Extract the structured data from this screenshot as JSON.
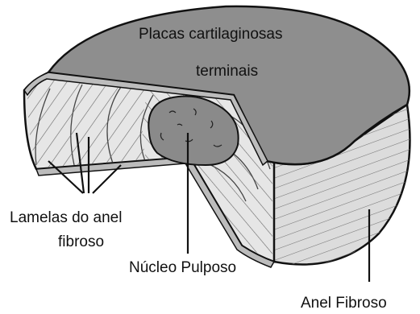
{
  "labels": {
    "endplates_line1": "Placas cartilaginosas",
    "endplates_line2": "terminais",
    "lamellae_line1": "Lamelas do anel",
    "lamellae_line2": "fibroso",
    "nucleus": "Núcleo Pulposo",
    "annulus": "Anel Fibroso"
  },
  "colors": {
    "top_surface": "#8e8e8e",
    "cut_face": "#e4e4e4",
    "side_band": "#dcdcdc",
    "nucleus": "#8a8a8a",
    "lines": "#111111"
  }
}
